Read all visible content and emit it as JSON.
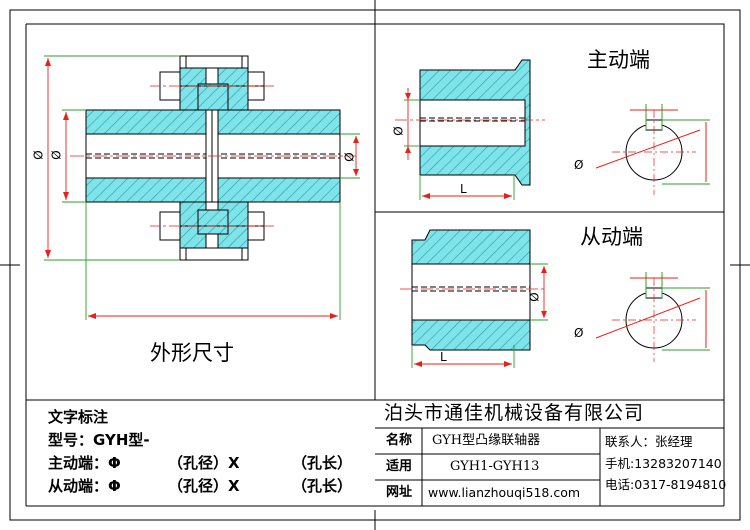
{
  "colors": {
    "hatch_fill": "#7fe3ea",
    "hatch_line": "#2a9aa8",
    "dimension": "#e8201a",
    "extension": "#2aa02a",
    "outline": "#000000",
    "frame": "#000000"
  },
  "labels": {
    "outline_dims": "外形尺寸",
    "driving_end": "主动端",
    "driven_end": "从动端",
    "diameter_symbol": "Ø",
    "length_symbol": "L"
  },
  "annotation": {
    "heading": "文字标注",
    "model_line": "型号：GYH型-",
    "drive_line": {
      "label": "主动端：Φ",
      "bore": "（孔径）X",
      "length": "（孔长）"
    },
    "driven_line": {
      "label": "从动端：Φ",
      "bore": "（孔径）X",
      "length": "（孔长）"
    }
  },
  "title_block": {
    "company": "泊头市通佳机械设备有限公司",
    "rows": [
      {
        "label": "名称",
        "value": "GYH型凸缘联轴器"
      },
      {
        "label": "适用",
        "value": "GYH1-GYH13"
      },
      {
        "label": "网址",
        "value": "www.lianzhouqi518.com"
      }
    ],
    "contact": {
      "person": "联系人：张经理",
      "mobile": "手机:13283207140",
      "phone": "电话:0317-8194810"
    }
  }
}
